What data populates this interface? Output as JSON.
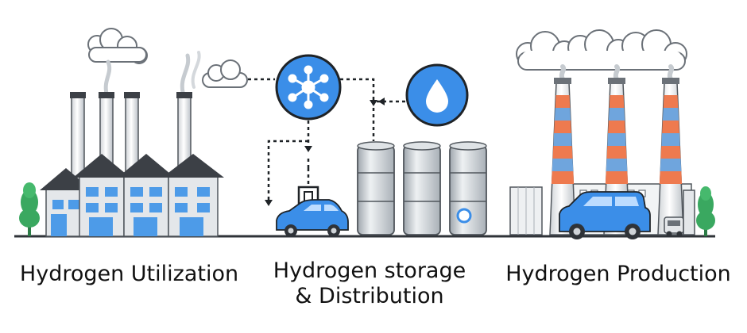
{
  "captions": {
    "utilization": "Hydrogen Utilization",
    "storage_line1": "Hydrogen storage",
    "storage_line2": "& Distribution",
    "production": "Hydrogen Production"
  },
  "icons": {
    "network": "molecule-network-icon",
    "drop": "water-drop-icon",
    "charger": "charging-station-icon",
    "cloud": "cloud-icon"
  },
  "colors": {
    "accent_blue": "#3b8ee8",
    "stripe_orange": "#ee7a4f",
    "stripe_blue": "#6fa5dd",
    "house_gray": "#8b9096",
    "roof_dark": "#3c4046",
    "tank_gray": "#c9ced3",
    "tree_green": "#3aa860"
  }
}
